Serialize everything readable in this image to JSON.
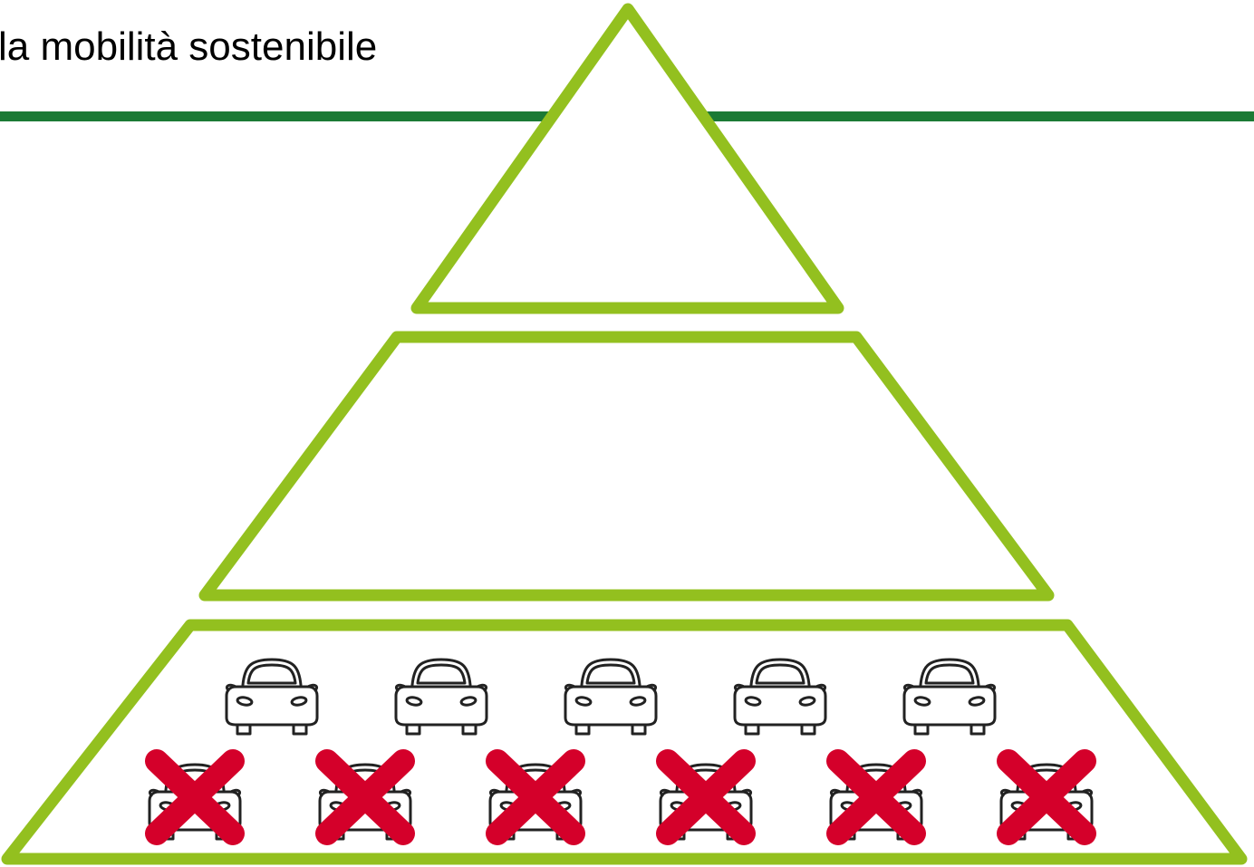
{
  "slide": {
    "title": "la mobilità sostenibile"
  },
  "colors": {
    "header_rule": "#1b7a35",
    "pyramid_outline": "#93c01f",
    "car_outline": "#222222",
    "cross_mark": "#d4002a"
  },
  "pyramid": {
    "levels": [
      {
        "name": "top-tier",
        "shape": "triangle",
        "content": "empty"
      },
      {
        "name": "middle-tier",
        "shape": "trapezoid",
        "content": "empty"
      },
      {
        "name": "bottom-tier",
        "shape": "trapezoid",
        "content": {
          "car_icons_row": {
            "icon": "car-front-icon",
            "count": 5
          },
          "crossed_car_icons_row": {
            "icon": "car-front-icon",
            "overlay": "cross-mark-icon",
            "count": 6
          }
        }
      }
    ]
  }
}
